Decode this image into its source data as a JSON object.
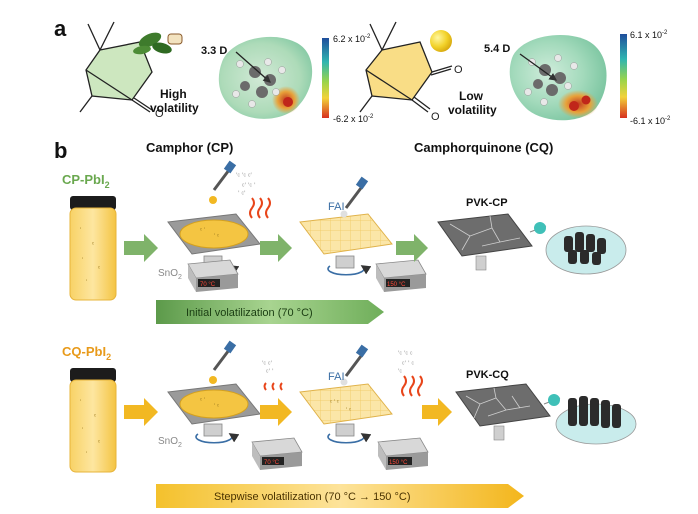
{
  "panel_a": {
    "label": "a",
    "camphor": {
      "name": "Camphor (CP)",
      "volatility_line1": "High",
      "volatility_line2": "volatility",
      "dipole": "3.3 D",
      "scale_max": "6.2 x 10",
      "scale_max_exp": "-2",
      "scale_min": "-6.2 x 10",
      "scale_min_exp": "-2"
    },
    "camphorquinone": {
      "name": "Camphorquinone (CQ)",
      "volatility_line1": "Low",
      "volatility_line2": "volatility",
      "dipole": "5.4 D",
      "scale_max": "6.1 x 10",
      "scale_max_exp": "-2",
      "scale_min": "-6.1 x 10",
      "scale_min_exp": "-2"
    },
    "colors": {
      "camphor_ring": "#6aa84f",
      "cq_ring": "#f4c542"
    }
  },
  "panel_b": {
    "label": "b",
    "row1": {
      "precursor": "CP-PbI",
      "precursor_sub": "2",
      "substrate": "SnO",
      "substrate_sub": "2",
      "fai": "FAI",
      "hotplate1": "70 °C",
      "hotplate2": "150 °C",
      "product": "PVK-CP",
      "banner": "Initial volatilization (70 °C)",
      "accent": "#7fb36a"
    },
    "row2": {
      "precursor": "CQ-PbI",
      "precursor_sub": "2",
      "substrate": "SnO",
      "substrate_sub": "2",
      "fai": "FAI",
      "hotplate1": "70 °C",
      "hotplate2": "150 °C",
      "product": "PVK-CQ",
      "banner": "Stepwise volatilization (70 °C → 150 °C)",
      "accent": "#f2b822"
    }
  }
}
